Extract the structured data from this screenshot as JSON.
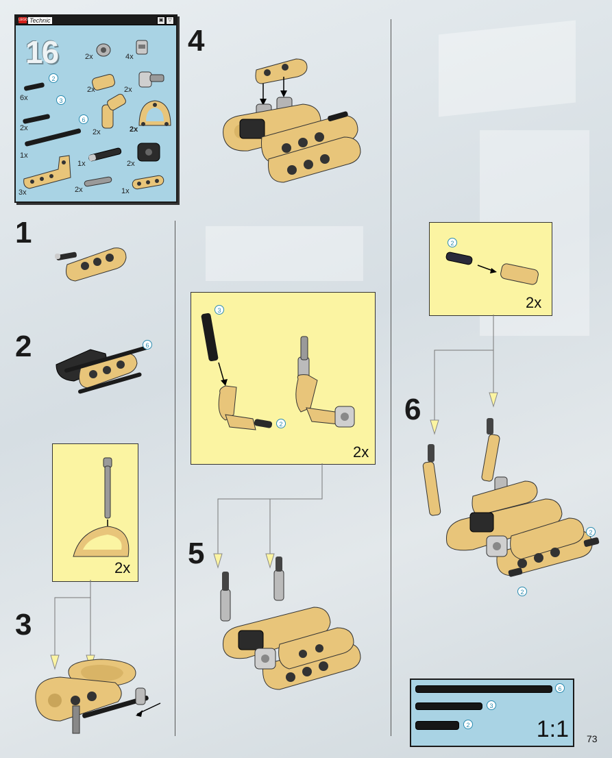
{
  "parts_box": {
    "brand_label": "Technic",
    "step_number": "16",
    "items": [
      {
        "name": "bush",
        "qty": "2x"
      },
      {
        "name": "connector-peg-with-bush",
        "qty": "4x"
      },
      {
        "name": "axle-2",
        "length": "2",
        "qty": "6x"
      },
      {
        "name": "axle-joiner",
        "qty": "2x"
      },
      {
        "name": "axle-and-pin-connector",
        "qty": "2x"
      },
      {
        "name": "axle-3",
        "length": "3",
        "qty": "2x"
      },
      {
        "name": "angle-connector",
        "qty": "2x"
      },
      {
        "name": "half-beam-curved",
        "qty": "2x"
      },
      {
        "name": "axle-6",
        "length": "6",
        "qty": "1x"
      },
      {
        "name": "pin-with-axle",
        "qty": "1x"
      },
      {
        "name": "cross-block",
        "qty": "2x"
      },
      {
        "name": "l-beam",
        "qty": "3x"
      },
      {
        "name": "grey-axle-pin",
        "qty": "2x"
      },
      {
        "name": "beam-3",
        "qty": "1x"
      }
    ]
  },
  "steps": {
    "s1": "1",
    "s2": "2",
    "s3": "3",
    "s4": "4",
    "s5": "5",
    "s6": "6"
  },
  "callouts": {
    "step2_axle_length": "6",
    "step3_qty": "2x",
    "step5_axle_length": "3",
    "step5_axle2_length": "2",
    "step5_qty": "2x",
    "step6_axle_length": "2",
    "step6_qty": "2x",
    "step6_side_axle_a": "2",
    "step6_side_axle_b": "2"
  },
  "ruler": {
    "rods": [
      {
        "length": "6"
      },
      {
        "length": "3"
      },
      {
        "length": "2"
      }
    ],
    "scale": "1:1"
  },
  "page_number": "73",
  "colors": {
    "tan": "#e8c57a",
    "dark": "#2b2b2b",
    "grey": "#9a9a9a",
    "yellow": "#fbf4a2",
    "blue": "#a9d3e4",
    "accent": "#2a8bb0"
  }
}
